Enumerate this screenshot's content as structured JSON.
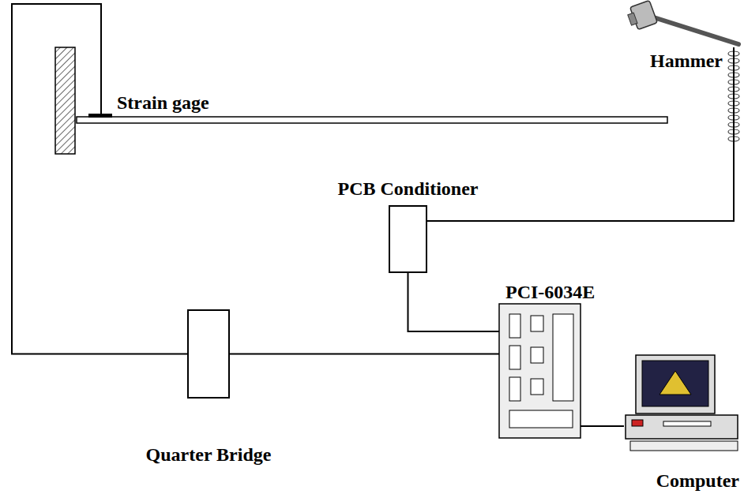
{
  "diagram": {
    "nodes": [
      {
        "text": [
          "Strain gage"
        ]
      },
      {
        "text": [
          "Hammer"
        ]
      },
      {
        "text": [
          "PCB Conditioner"
        ]
      },
      {
        "text": [
          "PCI-6034E"
        ]
      },
      {
        "text": [
          "Quarter Bridge"
        ]
      },
      {
        "text": [
          "Computer"
        ]
      }
    ],
    "edges": [
      {
        "from": 0,
        "to": 4,
        "arrow": "none"
      },
      {
        "from": 1,
        "to": 2,
        "arrow": "none"
      },
      {
        "from": 2,
        "to": 3,
        "arrow": "none"
      },
      {
        "from": 4,
        "to": 3,
        "arrow": "none"
      },
      {
        "from": 3,
        "to": 5,
        "arrow": "none"
      }
    ]
  }
}
